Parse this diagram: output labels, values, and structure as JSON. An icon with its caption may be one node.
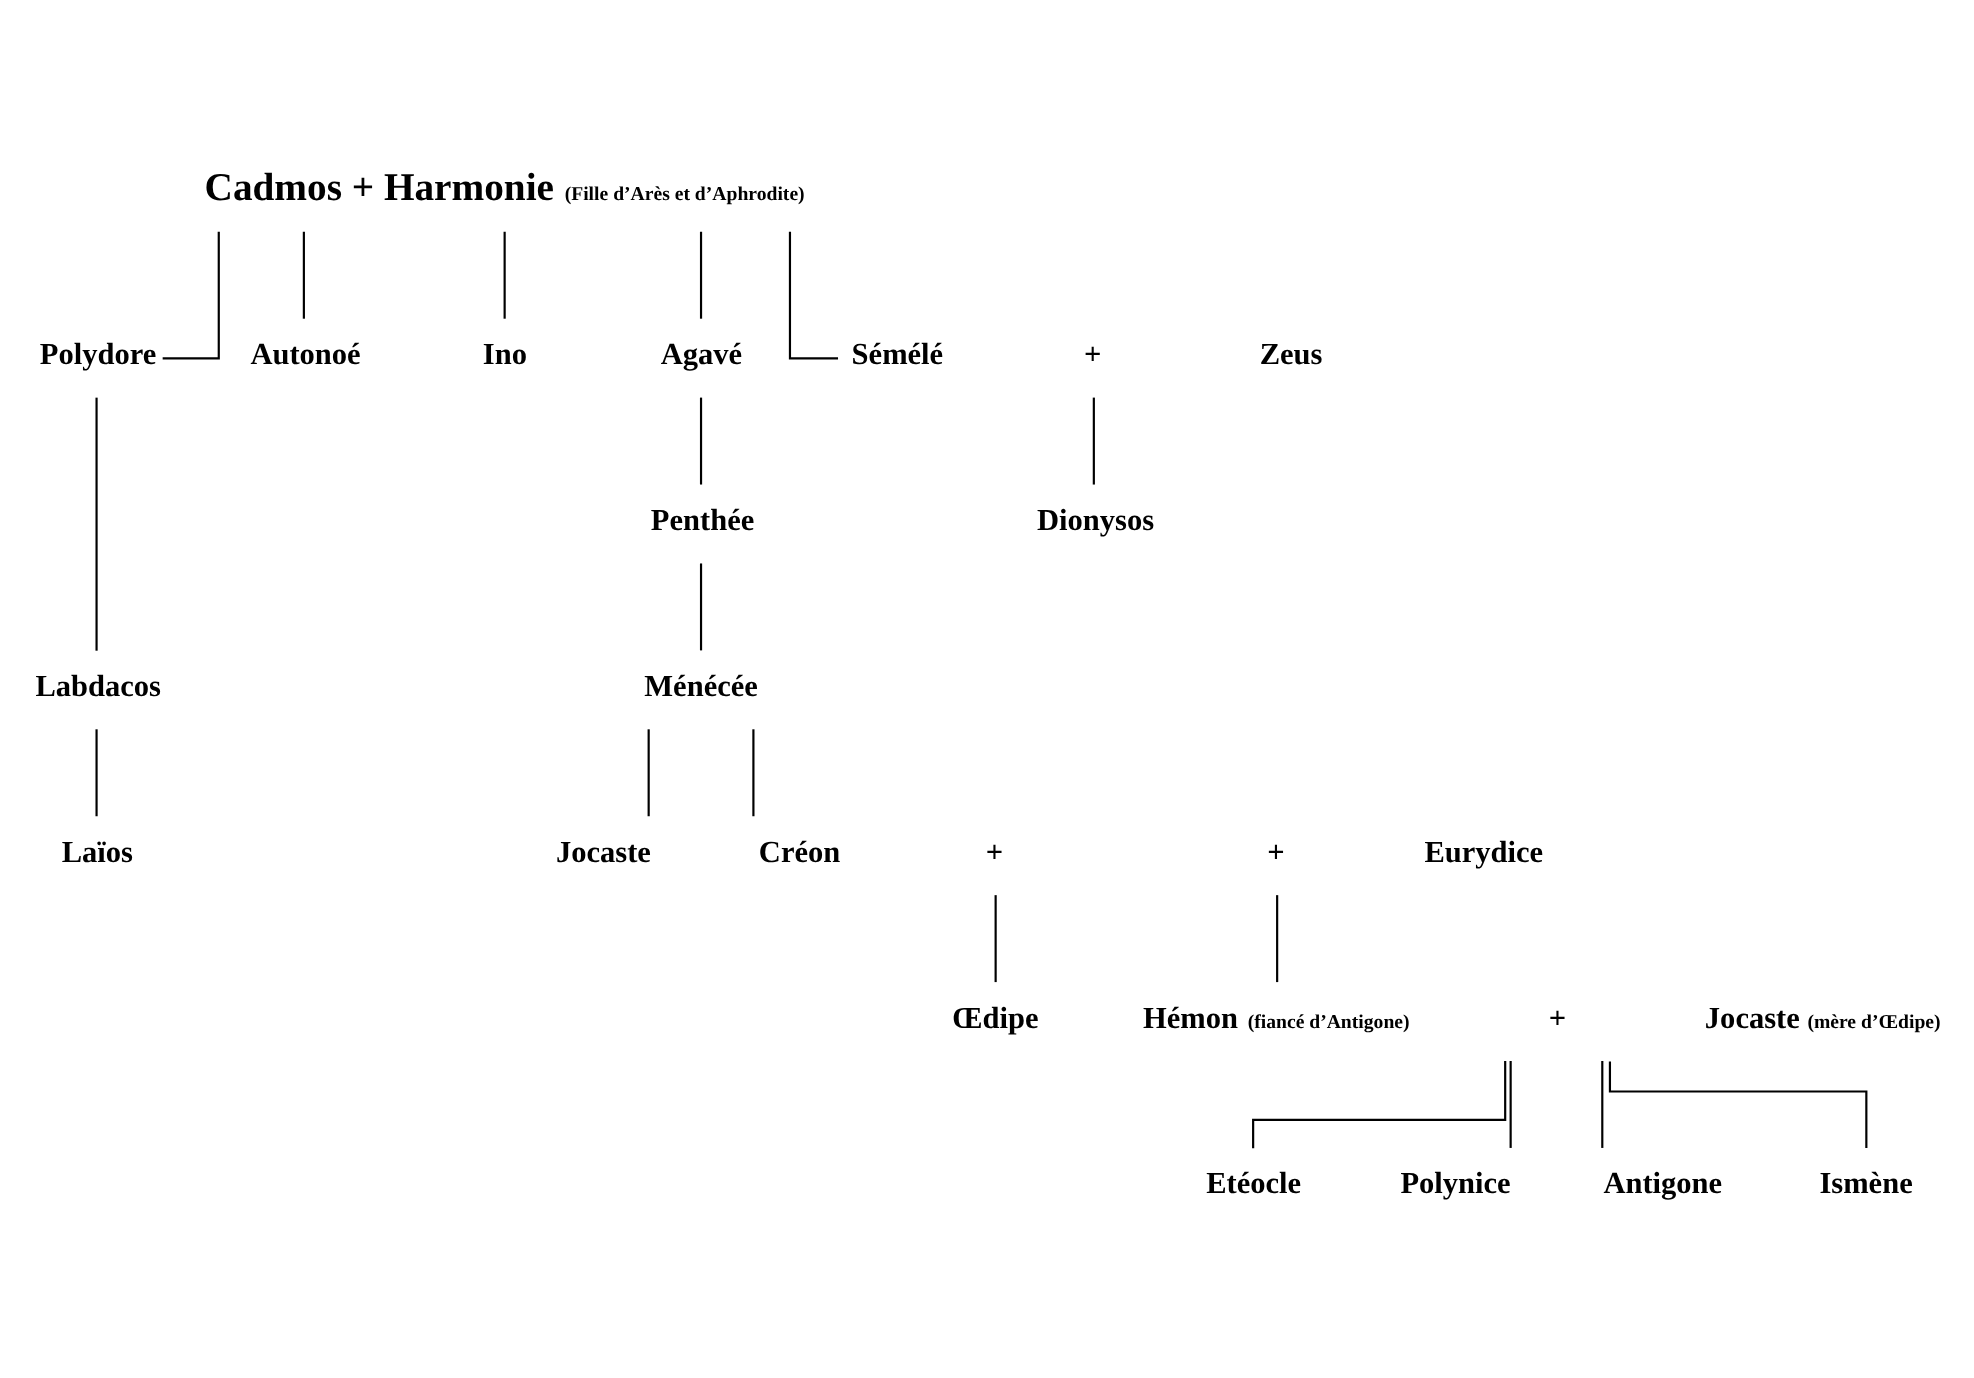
{
  "diagram": {
    "nodes": [
      {
        "text": [
          "Cadmos + Harmonie"
        ],
        "beside": [
          "(Fille d’Arès et d’Aphrodite)"
        ]
      },
      {
        "text": [
          "Polydore"
        ]
      },
      {
        "text": [
          "Autonoé"
        ]
      },
      {
        "text": [
          "Ino"
        ]
      },
      {
        "text": [
          "Agavé"
        ]
      },
      {
        "text": [
          "Sémélé"
        ]
      },
      {
        "text": [
          "+"
        ]
      },
      {
        "text": [
          "Zeus"
        ]
      },
      {
        "text": [
          "Penthée"
        ]
      },
      {
        "text": [
          "Dionysos"
        ]
      },
      {
        "text": [
          "Labdacos"
        ]
      },
      {
        "text": [
          "Ménécée"
        ]
      },
      {
        "text": [
          "Laïos"
        ]
      },
      {
        "text": [
          "+"
        ]
      },
      {
        "text": [
          "Jocaste"
        ]
      },
      {
        "text": [
          "Créon"
        ]
      },
      {
        "text": [
          "+"
        ]
      },
      {
        "text": [
          "Eurydice"
        ]
      },
      {
        "text": [
          "Œdipe"
        ]
      },
      {
        "text": [
          "+"
        ]
      },
      {
        "text": [
          "Jocaste"
        ],
        "beside": [
          "(mère d’Œdipe)"
        ]
      },
      {
        "text": [
          "Hémon"
        ],
        "beside": [
          "(fiancé d’Antigone)"
        ]
      },
      {
        "text": [
          "Etéocle"
        ]
      },
      {
        "text": [
          "Polynice"
        ]
      },
      {
        "text": [
          "Antigone"
        ]
      },
      {
        "text": [
          "Ismène"
        ]
      }
    ],
    "edges": [
      {
        "from": 0,
        "to": 1,
        "arrow": "none"
      },
      {
        "from": 0,
        "to": 2,
        "arrow": "none"
      },
      {
        "from": 0,
        "to": 3,
        "arrow": "none"
      },
      {
        "from": 0,
        "to": 4,
        "arrow": "none"
      },
      {
        "from": 0,
        "to": 5,
        "arrow": "none"
      },
      {
        "from": 6,
        "to": 9,
        "arrow": "none"
      },
      {
        "from": 4,
        "to": 8,
        "arrow": "none"
      },
      {
        "from": 8,
        "to": 11,
        "arrow": "none"
      },
      {
        "from": 1,
        "to": 10,
        "arrow": "none"
      },
      {
        "from": 10,
        "to": 12,
        "arrow": "none"
      },
      {
        "from": 11,
        "to": 14,
        "arrow": "none"
      },
      {
        "from": 11,
        "to": 15,
        "arrow": "none"
      },
      {
        "from": 13,
        "to": 18,
        "arrow": "none"
      },
      {
        "from": 16,
        "to": 21,
        "arrow": "none"
      },
      {
        "from": 19,
        "to": 22,
        "arrow": "none"
      },
      {
        "from": 19,
        "to": 23,
        "arrow": "none"
      },
      {
        "from": 19,
        "to": 24,
        "arrow": "none"
      },
      {
        "from": 19,
        "to": 25,
        "arrow": "none"
      }
    ]
  }
}
